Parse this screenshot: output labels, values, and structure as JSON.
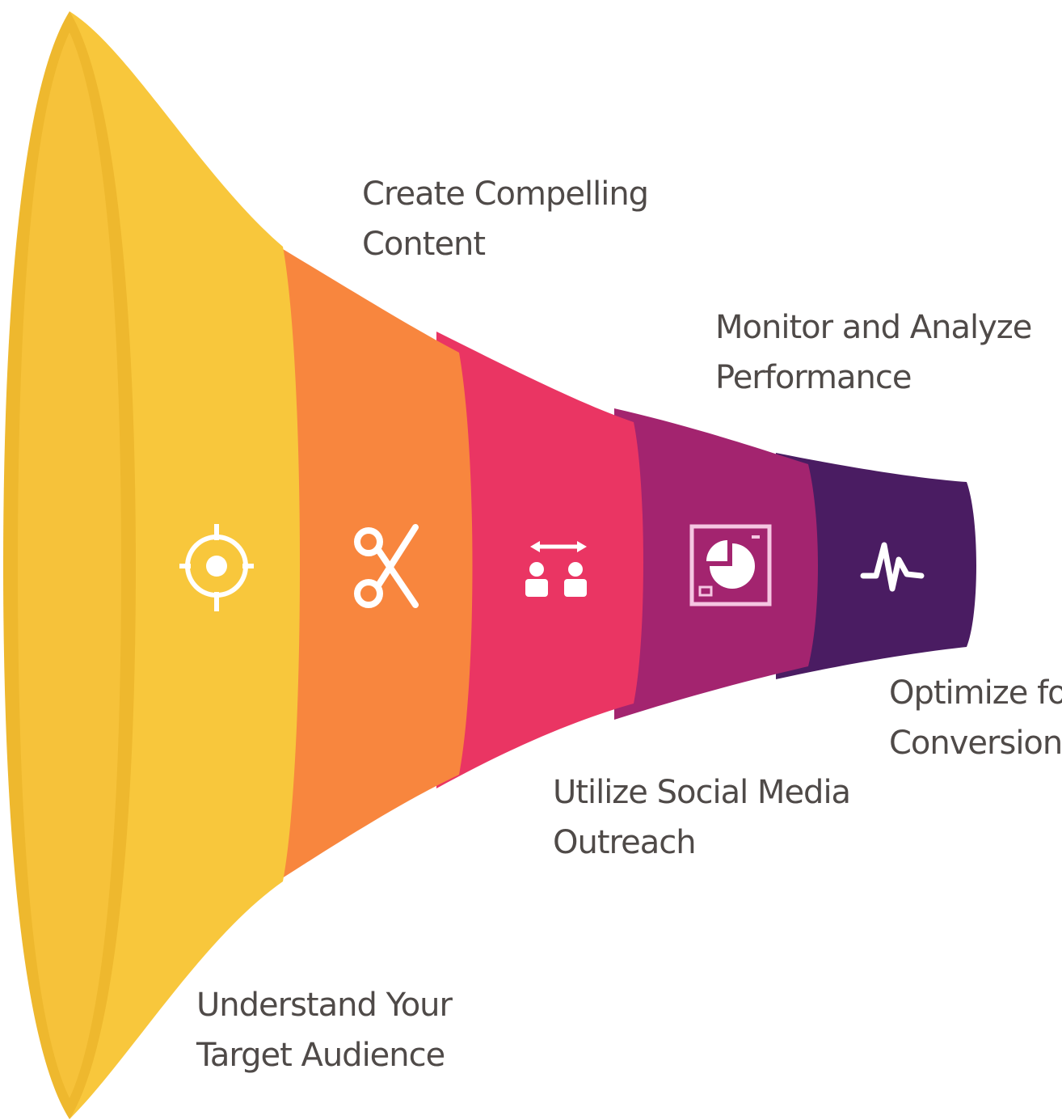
{
  "stages": [
    {
      "id": 1,
      "lines": [
        "Understand Your",
        "Target Audience"
      ],
      "icon": "target-icon",
      "color": "#f8c73c"
    },
    {
      "id": 2,
      "lines": [
        "Create Compelling",
        "Content"
      ],
      "icon": "scissors-icon",
      "color": "#f8863e"
    },
    {
      "id": 3,
      "lines": [
        "Utilize Social Media",
        "Outreach"
      ],
      "icon": "connected-people-icon",
      "color": "#ea3563"
    },
    {
      "id": 4,
      "lines": [
        "Monitor and Analyze",
        "Performance"
      ],
      "icon": "pie-chart-screen-icon",
      "color": "#a3246f"
    },
    {
      "id": 5,
      "lines": [
        "Optimize for",
        "Conversions"
      ],
      "icon": "pulse-icon",
      "color": "#4a1c62"
    }
  ]
}
